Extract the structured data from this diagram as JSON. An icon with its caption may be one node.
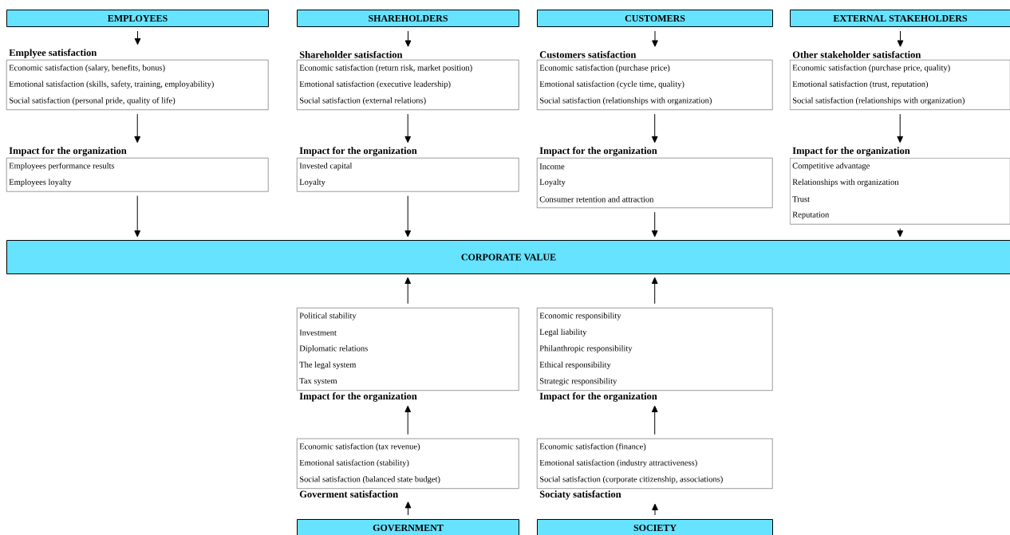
{
  "diagram": {
    "nodes": [
      {
        "text": [
          "EMPLOYEES"
        ]
      },
      {
        "text": [
          "SHAREHOLDERS"
        ]
      },
      {
        "text": [
          "CUSTOMERS"
        ]
      },
      {
        "text": [
          "EXTERNAL STAKEHOLDERS"
        ]
      },
      {
        "text": [
          "Emplyee satisfaction",
          "Economic satisfaction (salary, benefits, bonus)",
          "Emotional satisfaction (skills, safety, training, employability)",
          "Social satisfaction (personal pride, quality of life)"
        ]
      },
      {
        "text": [
          "Shareholder satisfaction",
          "Economic satisfaction (return risk, market position)",
          "Emotional satisfaction (executive leadership)",
          "Social satisfaction (external relations)"
        ]
      },
      {
        "text": [
          "Customers satisfaction",
          "Economic satisfaction (purchase price)",
          "Emotional satisfaction (cycle time, quality)",
          "Social satisfaction (relationships with organization)"
        ]
      },
      {
        "text": [
          "Other stakeholder satisfaction",
          "Economic satisfaction (purchase price, quality)",
          "Emotional satisfaction (trust, reputation)",
          "Social satisfaction (relationships with organization)"
        ]
      },
      {
        "text": [
          "Impact for the organization",
          "Employees performance results",
          "Employees loyalty"
        ]
      },
      {
        "text": [
          "Impact for the organization",
          "Invested capital",
          "Loyalty"
        ]
      },
      {
        "text": [
          "Impact for the organization",
          "Income",
          "Loyalty",
          "Consumer retention and attraction"
        ]
      },
      {
        "text": [
          "Impact for the organization",
          "Competitive advantage",
          "Relationships with organization",
          "Trust",
          "Reputation"
        ]
      },
      {
        "text": [
          "CORPORATE VALUE"
        ]
      },
      {
        "text": [
          "Political stability",
          "Investment",
          "Diplomatic relations",
          "The legal system",
          "Tax system",
          "Impact for the organization"
        ]
      },
      {
        "text": [
          "Economic responsibility",
          "Legal liability",
          "Philanthropic responsibility",
          "Ethical responsibility",
          "Strategic responsibility",
          "Impact for the organization"
        ]
      },
      {
        "text": [
          "Economic satisfaction (tax revenue)",
          "Emotional satisfaction (stability)",
          "Social satisfaction (balanced state budget)",
          "Goverment satisfaction"
        ]
      },
      {
        "text": [
          "Economic satisfaction (finance)",
          "Emotional satisfaction (industry attractiveness)",
          "Social satisfaction (corporate citizenship, associations)",
          "Sociaty satisfaction"
        ]
      },
      {
        "text": [
          "GOVERNMENT"
        ]
      },
      {
        "text": [
          "SOCIETY"
        ]
      }
    ],
    "edges": [
      {
        "from": 0,
        "to": 4,
        "arrow": "to"
      },
      {
        "from": 1,
        "to": 5,
        "arrow": "to"
      },
      {
        "from": 2,
        "to": 6,
        "arrow": "to"
      },
      {
        "from": 3,
        "to": 7,
        "arrow": "to"
      },
      {
        "from": 4,
        "to": 8,
        "arrow": "to"
      },
      {
        "from": 5,
        "to": 9,
        "arrow": "to"
      },
      {
        "from": 6,
        "to": 10,
        "arrow": "to"
      },
      {
        "from": 7,
        "to": 11,
        "arrow": "to"
      },
      {
        "from": 8,
        "to": 12,
        "arrow": "to"
      },
      {
        "from": 9,
        "to": 12,
        "arrow": "to"
      },
      {
        "from": 10,
        "to": 12,
        "arrow": "to"
      },
      {
        "from": 11,
        "to": 12,
        "arrow": "to"
      },
      {
        "from": 17,
        "to": 15,
        "arrow": "to"
      },
      {
        "from": 15,
        "to": 13,
        "arrow": "to"
      },
      {
        "from": 13,
        "to": 12,
        "arrow": "to"
      },
      {
        "from": 18,
        "to": 16,
        "arrow": "to"
      },
      {
        "from": 16,
        "to": 14,
        "arrow": "to"
      },
      {
        "from": 14,
        "to": 12,
        "arrow": "to"
      }
    ]
  }
}
